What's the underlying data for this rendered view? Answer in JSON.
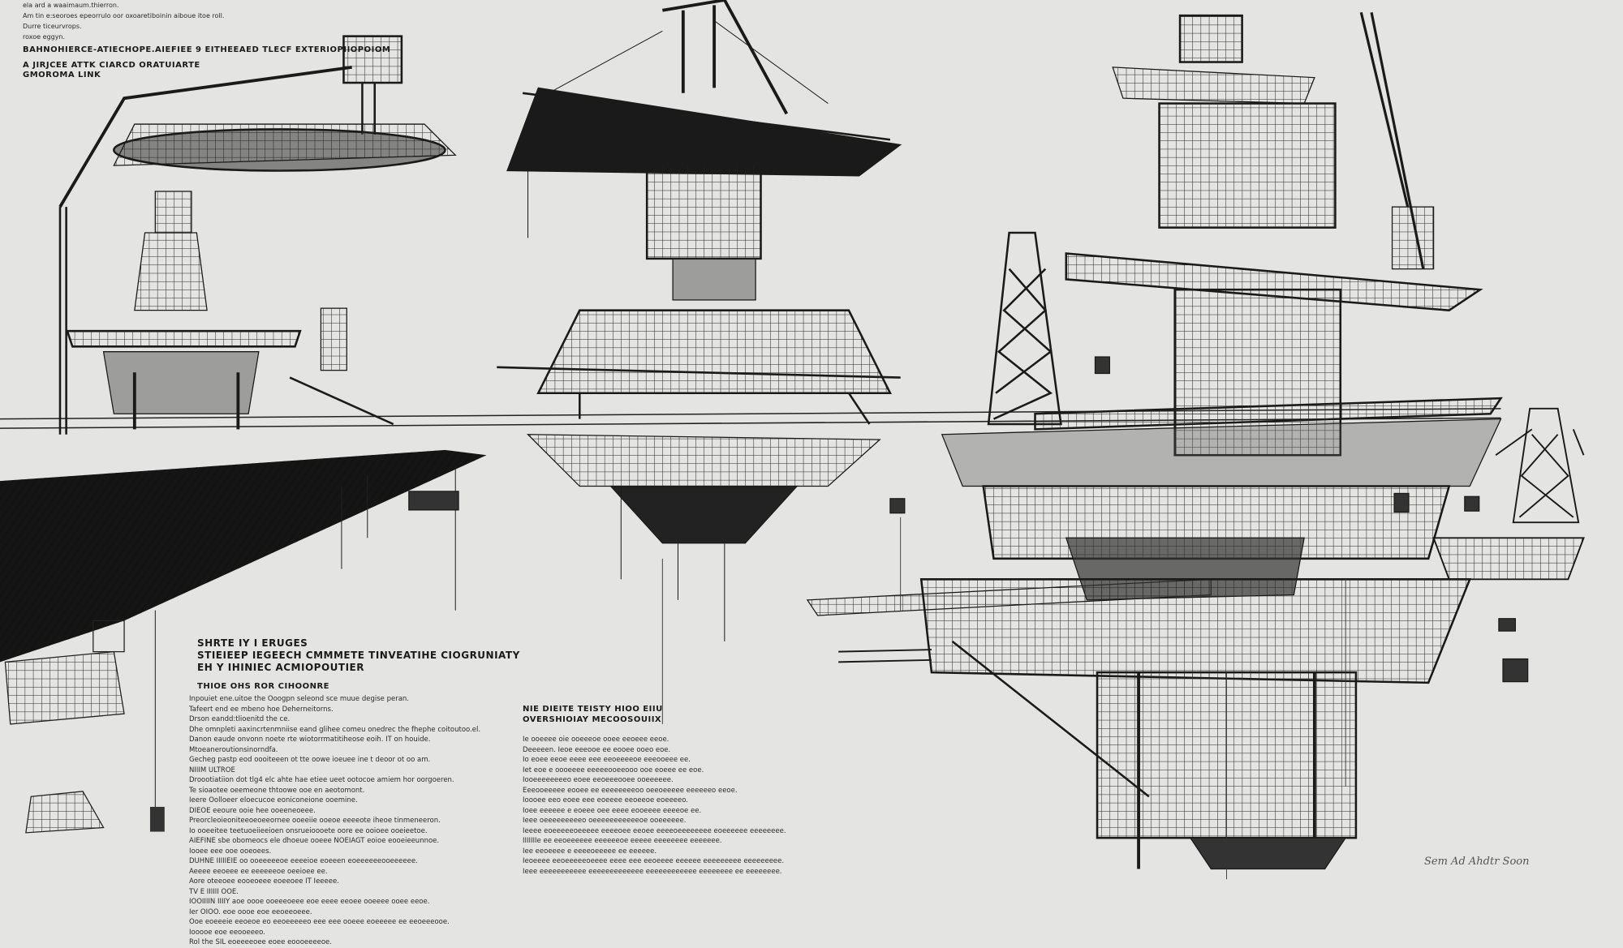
{
  "artwork": {
    "subject": "offshore-platform-sketches",
    "palette": {
      "paper": "#e4e4e2",
      "ink": "#1a1a1a",
      "shade": "#555555"
    }
  },
  "top_left_notes": {
    "lines": [
      "ela ard a waaimaum.thierron.",
      "Am tin e:seoroes epeorrulo oor oxoaretiboinin aiboue itoe roll.",
      "Durre ticeurvrops.",
      "roxoe eggyn."
    ],
    "heading": "BAHNOHIERCE-ATIECHOPE.AIEFIEE 9 EITHEEAED  TLECF EXTERIOPIIOPOIOM",
    "subheading": [
      "A JIRJCEE ATTK CIARCD ORATUIARTE",
      "GMOROMA LINK"
    ]
  },
  "left_notes": {
    "heading": [
      "SHRTE IY I ERUGES",
      "STIEIEEP IEGEECH CMMMETE TINVEATIHE CIOGRUNIATY",
      "EH Y IHINIEC ACMIOPOUTIER"
    ],
    "subheading": "THIOE OHS  ROR CIHOONRE",
    "lines": [
      "Inpouiet ene.uitoe the Ooogpn seleond sce muue degise peran.",
      "Tafeert end ee mbeno hoe Deherneitorns.",
      "Drson eandd:tlioenitd the ce.",
      "Dhe omnpleti aaxincrtenmniise eand glihee comeu onedrec the fhephe coitoutoo.el.",
      "Danon eaude onvonn noete rte wiotorrmatitiheose eoih. IT on houide.",
      "Mtoeaneroutionsinorndfa.",
      "Gecheg pastp eod oooiteeen ot tte oowe ioeuee ine t deoor ot oo am.",
      "NIIIM ULTROE",
      "Droootiatiion dot tlg4 elc ahte hae etiee ueet ootocoe amiem hor oorgoeren.",
      "Te sioaotee oeemeone thtoowe ooe en aeotomont.",
      "Ieere Oolloeer eloecucoe eoniconeione ooemine.",
      "DIEOE eeoure ooie hee ooeeneoeee.",
      "Preorcleoieoniteeoeoeeornee ooeeiie ooeoe eeeeote iheoe tinmeneeron.",
      "Io ooeeitee teetuoeiieeioen onsrueioooete oore ee ooioee ooeieetoe.",
      "AIEFINE sbe obomeocs ele dhoeue ooeee NOEIAGT eoioe eooeieeunnoe.",
      "Iooee eee ooe ooeoees.",
      "DUHNE IIIIIEIE oo ooeeeeeoe eeeeioe eoeeen eoeeeeeeooeeeeee.",
      "Aeeee eeoeee ee eeeeeeoe oeeioee ee.",
      "Aore oteeoee eooeoeee eoeeoee IT Ieeeee.",
      "TV E IIIIII OOE.",
      "IOOIIIIN IIIIY aoe oooe ooeeeoeee eoe eeee eeoee ooeeee ooee eeoe.",
      "Ier OIOO. eoe oooe eoe eeoeeoeee.",
      "Ooe eoeeeie eeoeoe eo eeoeeeeeo eee eee ooeee eoeeeee ee eeoeeeooe.",
      "Iooooe eoe eeooeeeo.",
      "Rol the SIL eoeeeeoee eoee eoooeeeeoe."
    ]
  },
  "center_notes": {
    "heading": [
      "NIE DIEITE TEISTY  HIOO EIIU",
      "OVERSHIOIAY  MECOOSOUIIX"
    ],
    "lines": [
      "Ie ooeeee oie ooeeeoe ooee eeoeee eeoe.",
      "Deeeeen. Ieoe eeeooe ee eooee ooeo eoe.",
      "Io eoee eeoe eeee eee eeoeeeeoe eeeooeee ee.",
      "Iet eoe e oooeeee eeeeeooeeooo ooe eoeee ee eoe.",
      "Iooeeeeeeeeo eoee eeoeeeooee ooeeeeee.",
      "Eeeooeeeee eooee ee eeeeeeeeoo oeeoeeeee eeeeeeo eeoe.",
      "Ioooee eeo eoee eee eoeeee eeoeeoe eoeeeeo.",
      "Ioee eeeeee e eoeee oee eeee eooeeee eeeeoe ee.",
      "Ieee oeeeeeeeeeo oeeeeeeeeeeeoe ooeeeeee.",
      "Ieeee eoeeeeeoeeeee eeeeoee eeoee eeeeoeeeeeeee eoeeeeee eeeeeeee.",
      "IIIIIIIe ee eeoeeeeee eeeeeeoe eeeee eeeeeeee eeeeeee.",
      "Iee eeoeeee e eeeeoeeeee ee eeeeee.",
      "Ieoeeee eeoeeeeeoeeee eeee eee eeoeeee eeeeee eeeeeeeee eeeeeeeee.",
      "Ieee eeeeeeeeeee eeeeeeeeeeeee eeeeeeeeeeee eeeeeeee ee eeeeeeee."
    ]
  },
  "signature": "Sem Ad Ahdtr Soon"
}
